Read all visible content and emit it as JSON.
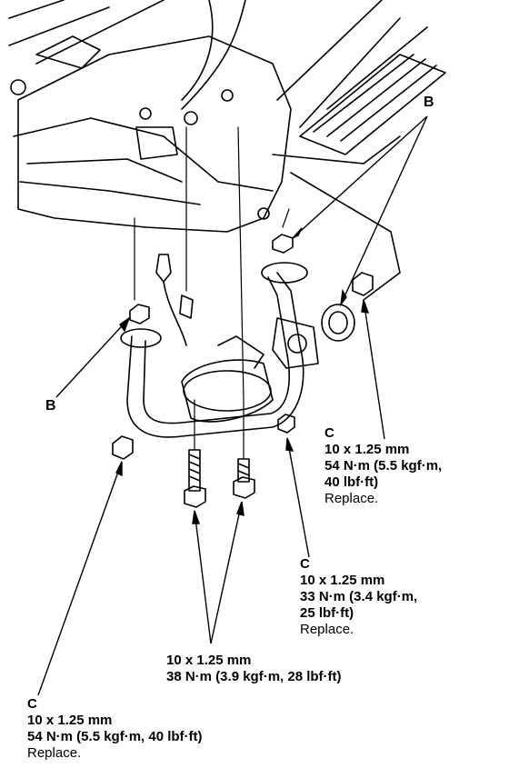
{
  "labels": {
    "b_top": "B",
    "b_left": "B"
  },
  "callouts": {
    "right_upper": {
      "letter": "C",
      "line1": "10 x 1.25 mm",
      "line2": "54 N·m (5.5 kgf·m,",
      "line3": "40 lbf·ft)",
      "note": "Replace."
    },
    "right_middle": {
      "letter": "C",
      "line1": "10 x 1.25 mm",
      "line2": "33 N·m (3.4 kgf·m,",
      "line3": "25 lbf·ft)",
      "note": "Replace."
    },
    "center_bolts": {
      "line1": "10 x 1.25 mm",
      "line2": "38 N·m (3.9 kgf·m, 28 lbf·ft)"
    },
    "bottom_left": {
      "letter": "C",
      "line1": "10 x 1.25 mm",
      "line2": "54 N·m (5.5 kgf·m, 40 lbf·ft)",
      "note": "Replace."
    }
  }
}
